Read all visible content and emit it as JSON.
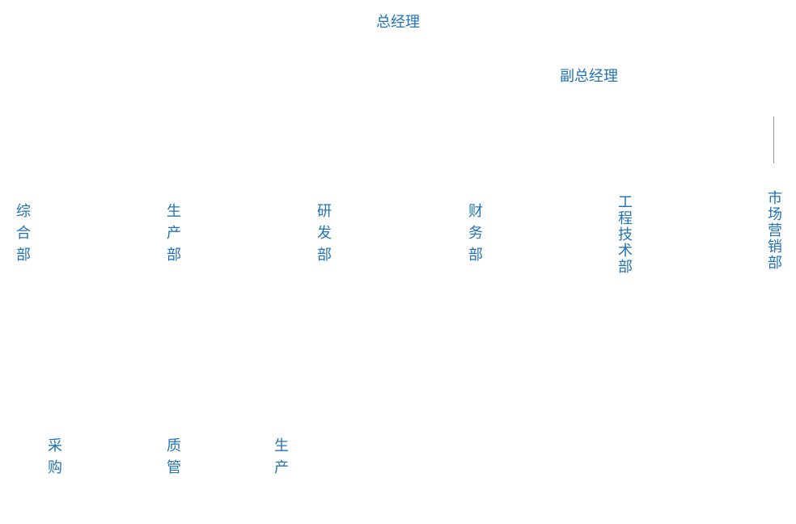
{
  "general_manager": "总经理",
  "deputy_general_manager": "副总经理",
  "departments": {
    "general_affairs": "综合部",
    "production": "生产部",
    "research": "研发部",
    "finance": "财务部",
    "engineering_tech": "工程技术部",
    "marketing": "市场营销部"
  },
  "sub_units": {
    "procurement": "采购",
    "quality": "质管",
    "production": "生产"
  }
}
